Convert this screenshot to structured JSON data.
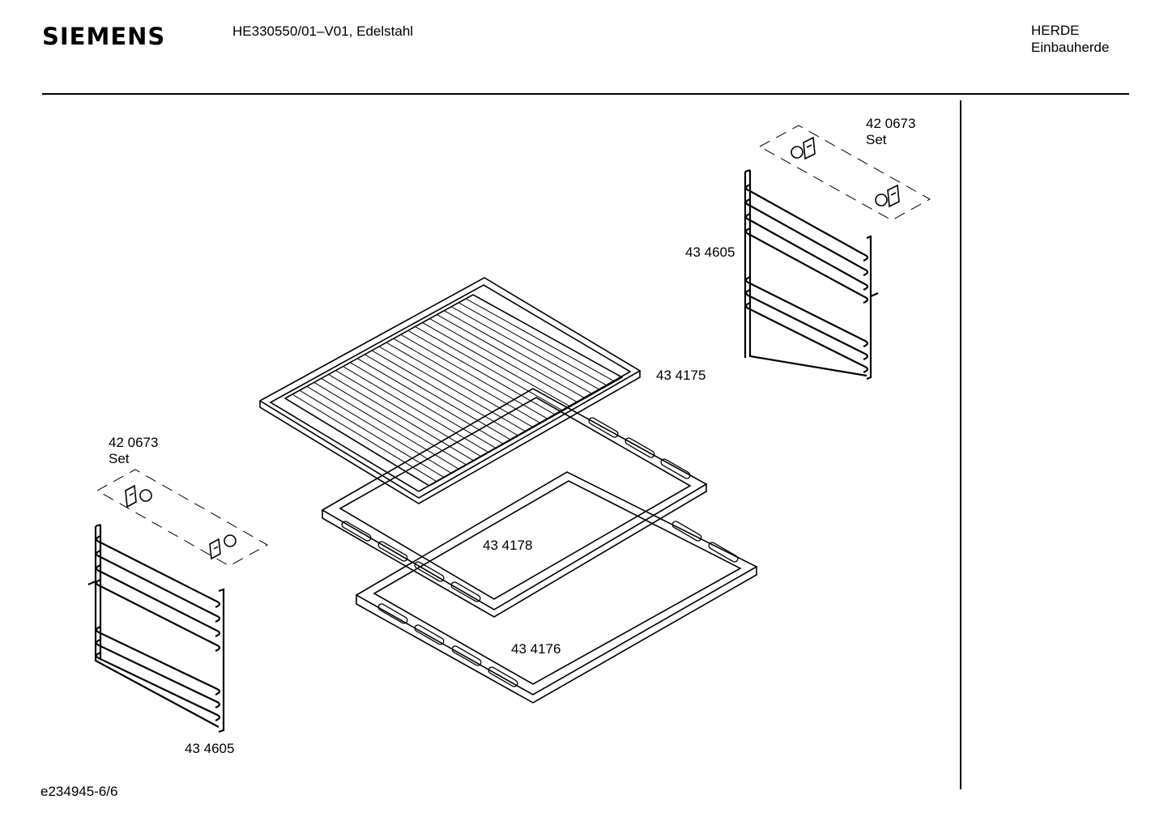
{
  "header": {
    "brand": "SIEMENS",
    "model": "HE330550/01–V01, Edelstahl",
    "category_line1": "HERDE",
    "category_line2": "Einbauherde"
  },
  "parts": {
    "set_top_number": "42 0673",
    "set_top_text": "Set",
    "rail_right": "43 4605",
    "grid_shelf": "43 4175",
    "set_left_number": "42 0673",
    "set_left_text": "Set",
    "baking_tray": "43 4178",
    "deep_tray": "43 4176",
    "rail_left": "43 4605"
  },
  "footer": {
    "drawing_id": "e234945-6/6"
  }
}
